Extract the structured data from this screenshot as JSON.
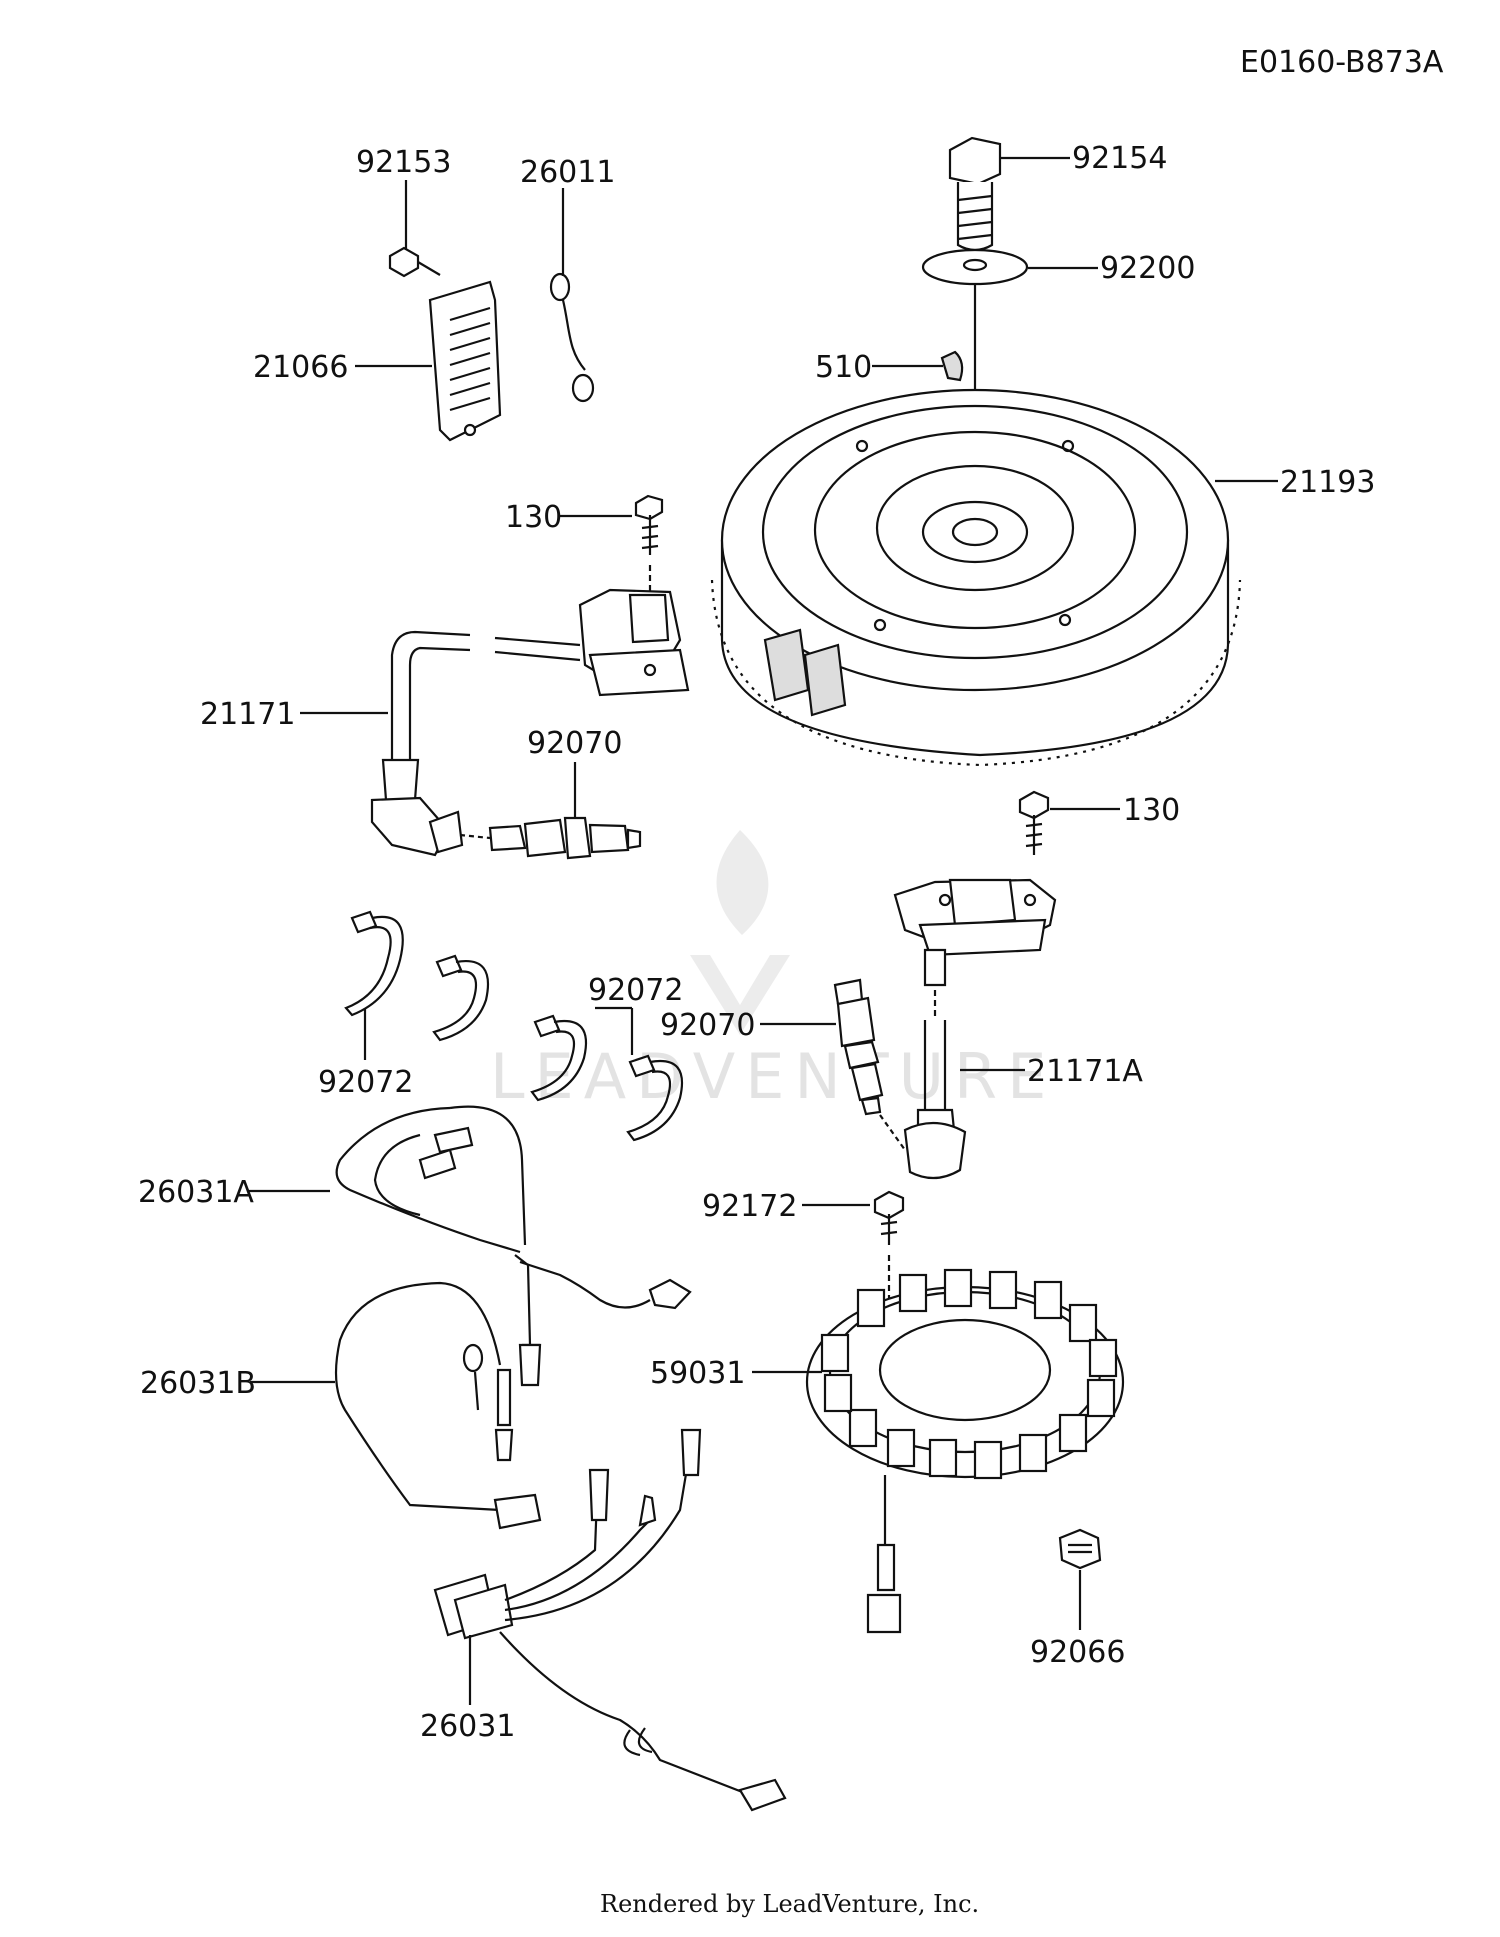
{
  "diagram_ref": "E0160-B873A",
  "footer": "Rendered by LeadVenture, Inc.",
  "watermark": "LEADVENTURE",
  "labels": {
    "p92153": "92153",
    "p26011": "26011",
    "p21066": "21066",
    "p92154": "92154",
    "p92200": "92200",
    "p510": "510",
    "p21193": "21193",
    "p130a": "130",
    "p21171": "21171",
    "p92070a": "92070",
    "p130b": "130",
    "p92072a": "92072",
    "p92072b": "92072",
    "p92070b": "92070",
    "p21171A": "21171A",
    "p26031A": "26031A",
    "p92172": "92172",
    "p26031B": "26031B",
    "p59031": "59031",
    "p92066": "92066",
    "p26031": "26031"
  }
}
